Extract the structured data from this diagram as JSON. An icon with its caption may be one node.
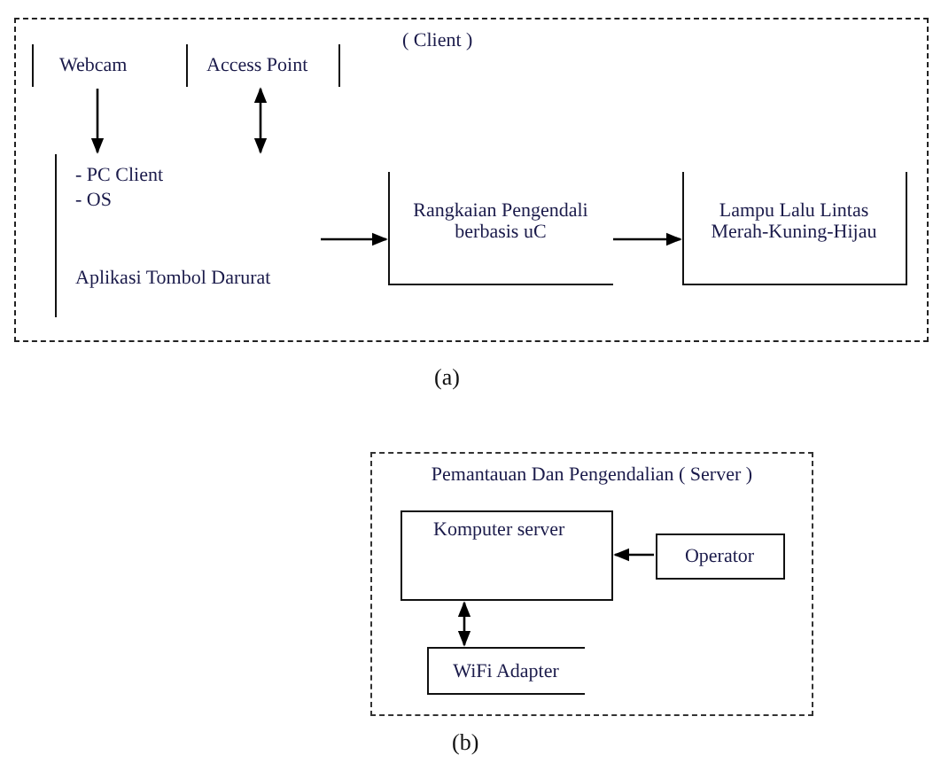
{
  "diagram": {
    "nodes": [
      {
        "text": [
          "( Client )"
        ]
      },
      {
        "text": [
          "Webcam"
        ],
        "in": 0
      },
      {
        "text": [
          "Access Point"
        ],
        "in": 0
      },
      {
        "text": [
          "- PC Client",
          "- OS",
          "Aplikasi Tombol Darurat"
        ],
        "in": 0
      },
      {
        "text": [
          "Rangkaian Pengendali berbasis uC"
        ],
        "in": 0
      },
      {
        "text": [
          "Lampu Lalu Lintas Merah-Kuning-Hijau"
        ],
        "in": 0
      },
      {
        "text": [
          "Pemantauan Dan Pengendalian ( Server )"
        ]
      },
      {
        "text": [
          "Komputer server"
        ],
        "in": 6
      },
      {
        "text": [
          "Operator"
        ],
        "in": 6
      },
      {
        "text": [
          "WiFi Adapter"
        ],
        "in": 6
      }
    ],
    "edges": [
      {
        "from": 1,
        "to": 3,
        "arrow": "to"
      },
      {
        "from": 2,
        "to": 3,
        "arrow": "both"
      },
      {
        "from": 3,
        "to": 4,
        "arrow": "to"
      },
      {
        "from": 4,
        "to": 5,
        "arrow": "to"
      },
      {
        "from": 8,
        "to": 7,
        "arrow": "to"
      },
      {
        "from": 7,
        "to": 9,
        "arrow": "both"
      }
    ],
    "labels": [
      "(a)",
      "(b)"
    ]
  }
}
